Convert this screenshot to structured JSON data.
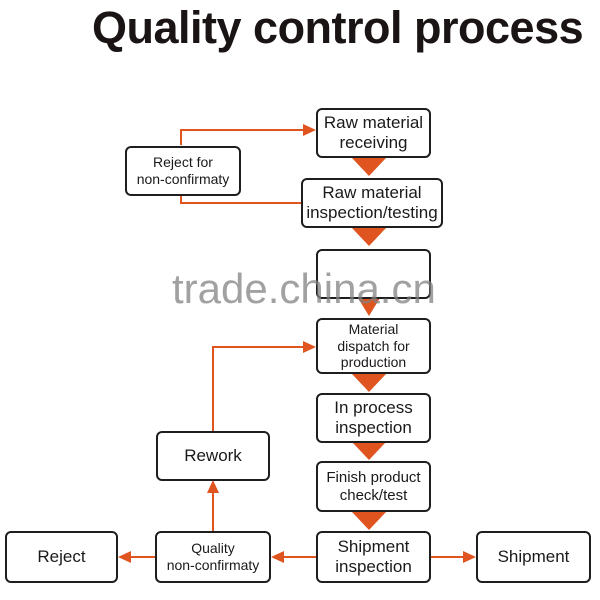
{
  "title": "Quality control process",
  "accent_color": "#e0541f",
  "nodes": {
    "raw_material_receiving": "Raw material\nreceiving",
    "raw_material_inspection": "Raw material\ninspection/testing",
    "obscured_step": "",
    "material_dispatch": "Material\ndispatch for\nproduction",
    "in_process_inspection": "In process\ninspection",
    "finish_product_check": "Finish product\ncheck/test",
    "shipment_inspection": "Shipment\ninspection",
    "shipment": "Shipment",
    "quality_nonconformity": "Quality\nnon-confirmaty",
    "reject": "Reject",
    "rework": "Rework",
    "reject_for_nonconformity": "Reject for\nnon-confirmaty"
  },
  "watermark": "trade.china.cn"
}
